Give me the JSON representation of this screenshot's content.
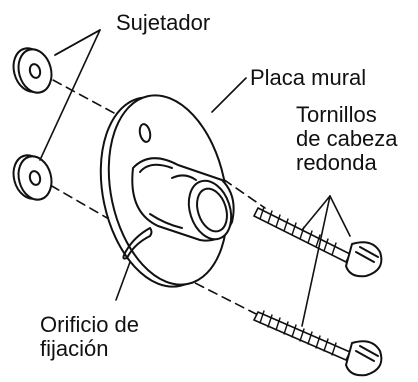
{
  "labels": {
    "fastener": "Sujetador",
    "wall_plate": "Placa mural",
    "screws_line1": "Tornillos",
    "screws_line2": "de cabeza",
    "screws_line3": "redonda",
    "hole_line1": "Orificio de",
    "hole_line2": "fijación"
  },
  "colors": {
    "ink": "#111111",
    "paper": "#ffffff"
  }
}
